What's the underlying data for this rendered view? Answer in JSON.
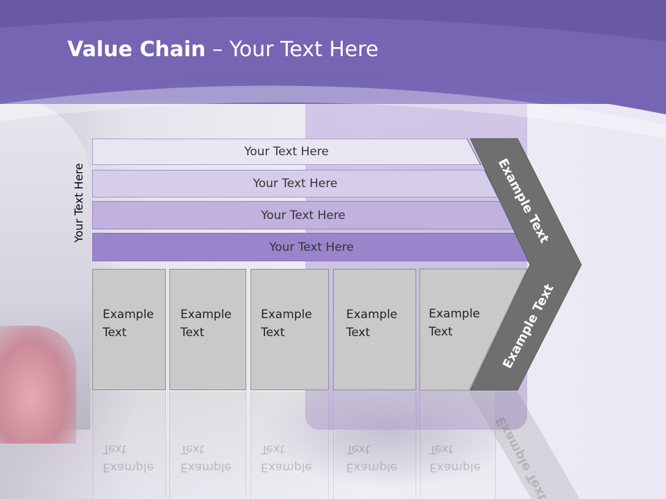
{
  "slide": {
    "title_bold": "Value Chain",
    "title_rest": " – Your Text Here"
  },
  "side_label": "Your Text Here",
  "bars": [
    {
      "label": "Your Text Here",
      "color": "#e9e6f4"
    },
    {
      "label": "Your Text Here",
      "color": "#d6cdea"
    },
    {
      "label": "Your Text Here",
      "color": "#c0b1de"
    },
    {
      "label": "Your Text Here",
      "color": "#9a85cc"
    }
  ],
  "boxes": [
    {
      "line1": "Example",
      "line2": "Text"
    },
    {
      "line1": "Example",
      "line2": "Text"
    },
    {
      "line1": "Example",
      "line2": "Text"
    },
    {
      "line1": "Example",
      "line2": "Text"
    },
    {
      "line1": "Example",
      "line2": "Text"
    }
  ],
  "chevron": {
    "upper_label": "Example Text",
    "lower_label": "Example Text",
    "color": "#6f6f6f"
  },
  "colors": {
    "header": "#7a69b8",
    "box": "#c9c9c9"
  }
}
